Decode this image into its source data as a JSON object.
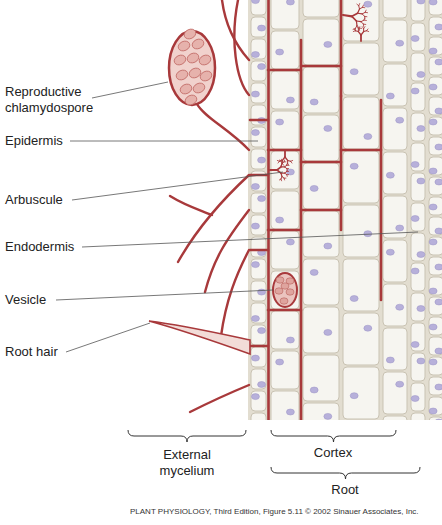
{
  "diagram": {
    "caption": "PLANT PHYSIOLOGY, Third Edition, Figure 5.11 © 2002 Sinauer Associates, Inc.",
    "labels": [
      "Reproductive chlamydospore",
      "Epidermis",
      "Arbuscule",
      "Endodermis",
      "Vesicle",
      "Root hair",
      "External mycelium",
      "Cortex",
      "Root"
    ]
  }
}
